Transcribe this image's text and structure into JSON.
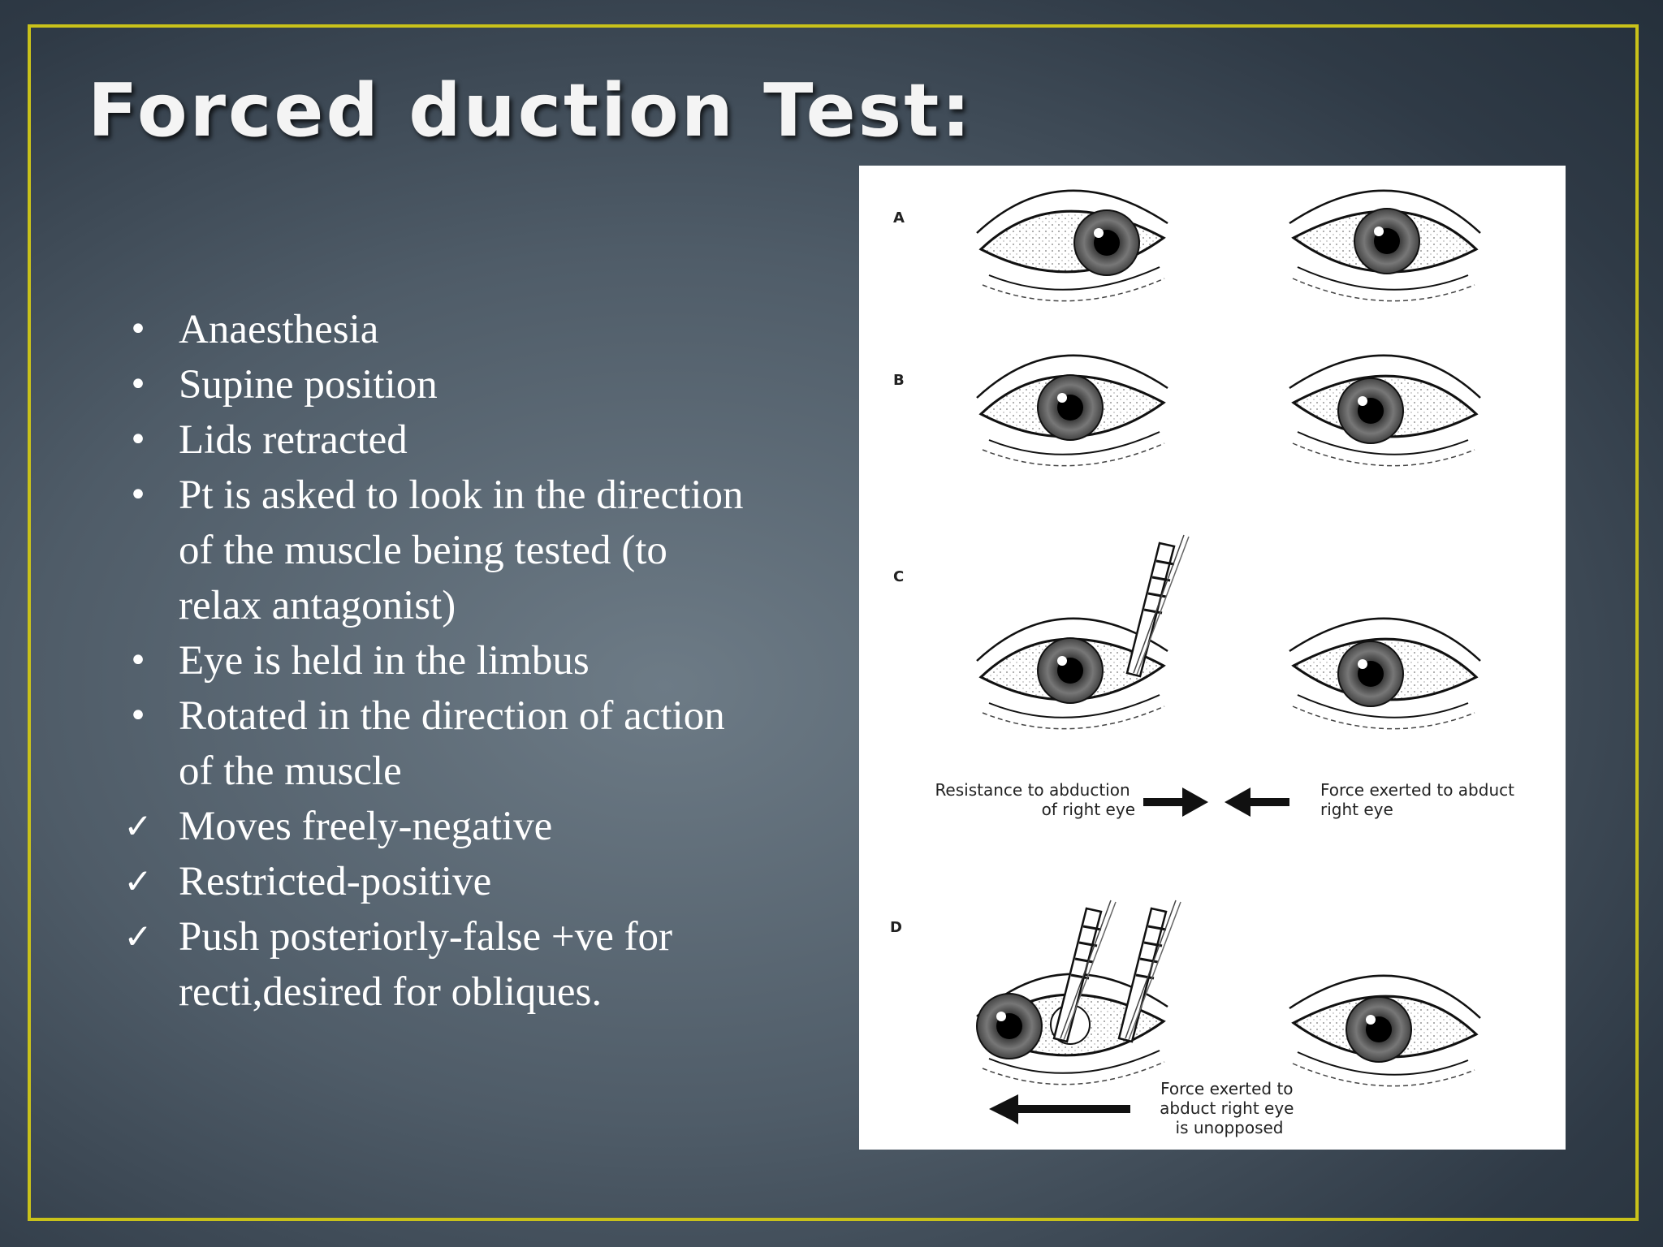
{
  "slide": {
    "title": "Forced duction Test:",
    "bullets": [
      {
        "marker": "•",
        "text": "Anaesthesia"
      },
      {
        "marker": "•",
        "text": "Supine position"
      },
      {
        "marker": "•",
        "text": "Lids retracted"
      },
      {
        "marker": "•",
        "text": "Pt is asked to look in the direction of the muscle being tested (to relax antagonist)"
      },
      {
        "marker": "•",
        "text": "Eye is held in the limbus"
      },
      {
        "marker": "•",
        "text": "Rotated in the direction of action of the muscle"
      },
      {
        "marker": "✓",
        "text": "Moves freely-negative"
      },
      {
        "marker": "✓",
        "text": "Restricted-positive"
      },
      {
        "marker": "✓",
        "text": "Push posteriorly-false +ve for recti,desired for obliques."
      }
    ]
  },
  "figure": {
    "row_labels": [
      "A",
      "B",
      "C",
      "D"
    ],
    "caption_c_left": [
      "Resistance to abduction",
      "of right eye"
    ],
    "caption_c_right": [
      "Force exerted to abduct",
      "right eye"
    ],
    "caption_d": [
      "Force exerted to",
      "abduct right eye",
      "is unopposed"
    ]
  },
  "colors": {
    "frame": "#c9c21a",
    "title": "#f4f4f4",
    "body_text": "#ffffff"
  }
}
